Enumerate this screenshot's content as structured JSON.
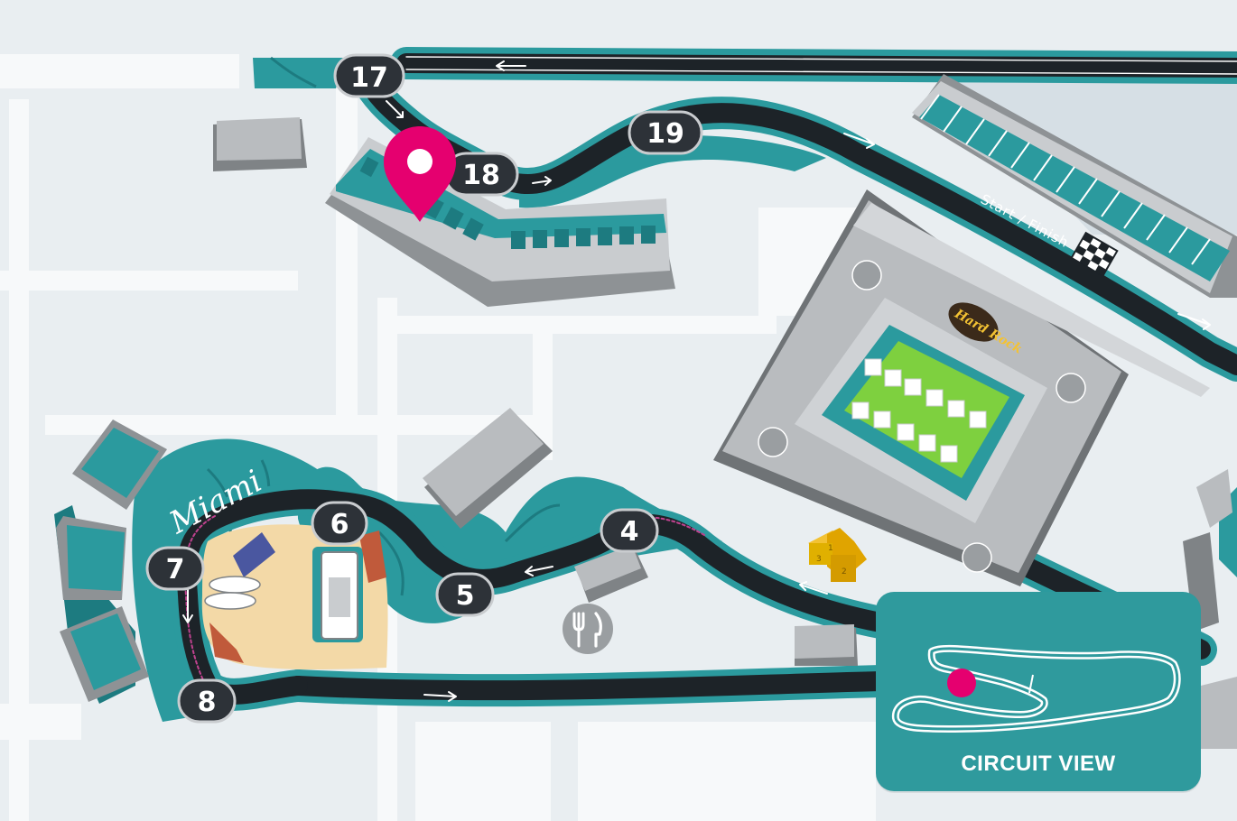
{
  "map": {
    "turns": [
      "17",
      "18",
      "19",
      "6",
      "4",
      "7",
      "5",
      "8"
    ],
    "start_finish_label": "Start / Finish",
    "stadium_logo": "Hard Rock",
    "area_label": "Miami",
    "location_marker_icon": "map-pin-icon",
    "restaurant_icon": "fork-knife-icon",
    "podium_places": [
      "1",
      "2",
      "3"
    ]
  },
  "circuit_view": {
    "label": "CIRCUIT VIEW"
  },
  "colors": {
    "background": "#e9eef1",
    "road": "#f7f9fa",
    "track": "#1d2328",
    "teal": "#2b9a9e",
    "teal_dark": "#1d7b80",
    "marker": "#e5006f",
    "building": "#b9bcbf",
    "building_dark": "#7f8386",
    "grass": "#7ed03f",
    "sand": "#f3d9a7"
  }
}
